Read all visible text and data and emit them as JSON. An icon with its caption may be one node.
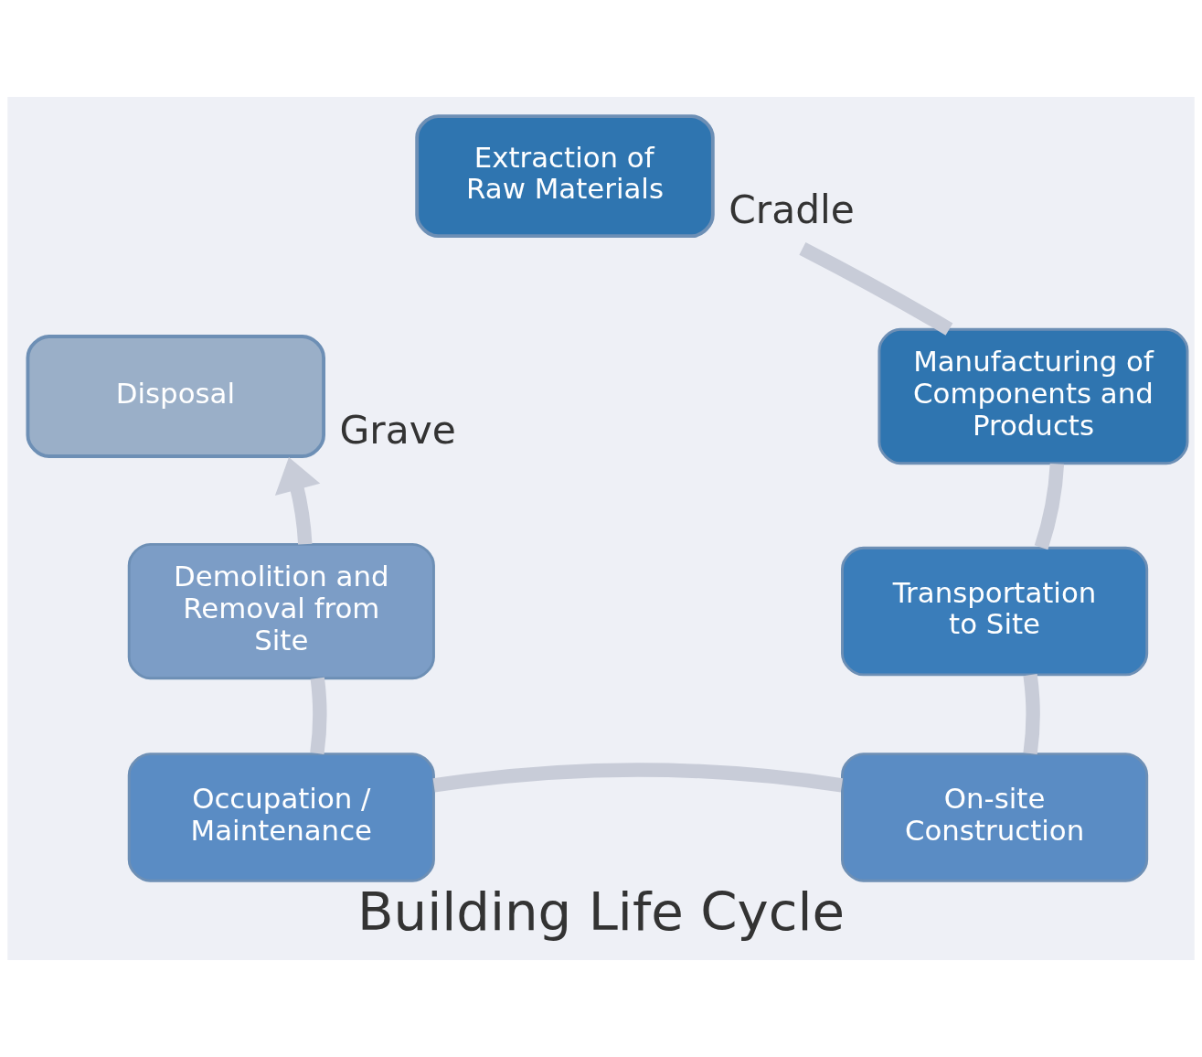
{
  "diagram": {
    "title": "Building Life Cycle",
    "nodes": [
      {
        "text": [
          "Extraction of Raw Materials"
        ],
        "beside": [
          "Cradle"
        ]
      },
      {
        "text": [
          "Manufacturing of Components and Products"
        ]
      },
      {
        "text": [
          "Transportation to Site"
        ]
      },
      {
        "text": [
          "On-site Construction"
        ]
      },
      {
        "text": [
          "Occupation / Maintenance"
        ]
      },
      {
        "text": [
          "Demolition and Removal from Site"
        ]
      },
      {
        "text": [
          "Disposal"
        ],
        "beside": [
          "Grave"
        ]
      }
    ],
    "edges": [
      {
        "from": 0,
        "to": 1,
        "arrow": "none"
      },
      {
        "from": 1,
        "to": 2,
        "arrow": "none"
      },
      {
        "from": 2,
        "to": 3,
        "arrow": "none"
      },
      {
        "from": 3,
        "to": 4,
        "arrow": "none"
      },
      {
        "from": 4,
        "to": 5,
        "arrow": "none"
      },
      {
        "from": 5,
        "to": 6,
        "arrow": "to"
      }
    ]
  }
}
